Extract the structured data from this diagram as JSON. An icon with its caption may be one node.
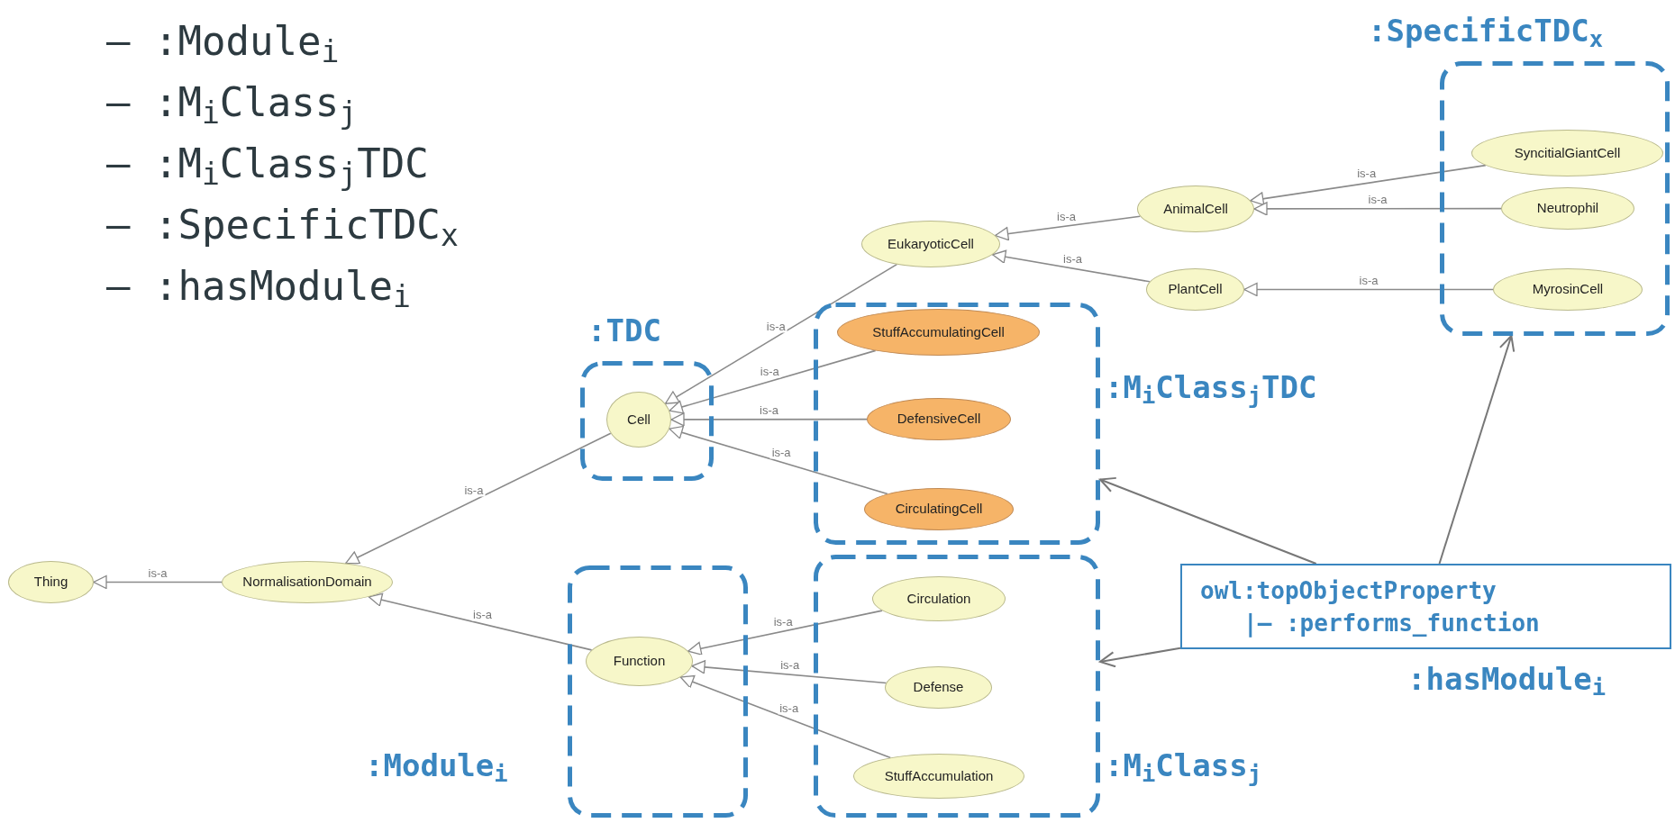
{
  "diagram": {
    "nodes": [
      {
        "text": [
          ":SpecificTDC$_{x}$"
        ]
      },
      {
        "text": [
          "SyncitialGiantCell"
        ],
        "in": 0
      },
      {
        "text": [
          "Neutrophil"
        ],
        "in": 0
      },
      {
        "text": [
          "MyrosinCell"
        ],
        "in": 0
      },
      {
        "text": [
          "EukaryoticCell"
        ]
      },
      {
        "text": [
          "AnimalCell"
        ]
      },
      {
        "text": [
          "PlantCell"
        ]
      },
      {
        "text": [
          ":TDC"
        ]
      },
      {
        "text": [
          "Cell"
        ],
        "in": 7
      },
      {
        "text": [
          ":M$_{i}$Class$_{j}$TDC"
        ]
      },
      {
        "text": [
          "StuffAccumulatingCell"
        ],
        "in": 9
      },
      {
        "text": [
          "DefensiveCell"
        ],
        "in": 9
      },
      {
        "text": [
          "CirculatingCell"
        ],
        "in": 9
      },
      {
        "text": [
          "Thing"
        ]
      },
      {
        "text": [
          "NormalisationDomain"
        ]
      },
      {
        "text": [
          "owl:topObjectProperty",
          "|— :performs_function"
        ],
        "beside": [
          ":hasModule$_{i}$"
        ]
      },
      {
        "text": [
          ":Module$_{i}$"
        ]
      },
      {
        "text": [
          "Function"
        ],
        "in": 16
      },
      {
        "text": [
          ":M$_{i}$Class$_{j}$"
        ]
      },
      {
        "text": [
          "Circulation"
        ],
        "in": 18
      },
      {
        "text": [
          "Defense"
        ],
        "in": 18
      },
      {
        "text": [
          "StuffAccumulation"
        ],
        "in": 18
      }
    ],
    "edges": [
      {
        "from": 14,
        "to": 13,
        "arrow": "to",
        "label": "is-a"
      },
      {
        "from": 8,
        "to": 14,
        "arrow": "to",
        "label": "is-a"
      },
      {
        "from": 17,
        "to": 14,
        "arrow": "to",
        "label": "is-a"
      },
      {
        "from": 4,
        "to": 8,
        "arrow": "to",
        "label": "is-a"
      },
      {
        "from": 10,
        "to": 8,
        "arrow": "to",
        "label": "is-a"
      },
      {
        "from": 11,
        "to": 8,
        "arrow": "to",
        "label": "is-a"
      },
      {
        "from": 12,
        "to": 8,
        "arrow": "to",
        "label": "is-a"
      },
      {
        "from": 5,
        "to": 4,
        "arrow": "to",
        "label": "is-a"
      },
      {
        "from": 6,
        "to": 4,
        "arrow": "to",
        "label": "is-a"
      },
      {
        "from": 1,
        "to": 5,
        "arrow": "to",
        "label": "is-a"
      },
      {
        "from": 2,
        "to": 5,
        "arrow": "to",
        "label": "is-a"
      },
      {
        "from": 3,
        "to": 6,
        "arrow": "to",
        "label": "is-a"
      },
      {
        "from": 19,
        "to": 17,
        "arrow": "to",
        "label": "is-a"
      },
      {
        "from": 20,
        "to": 17,
        "arrow": "to",
        "label": "is-a"
      },
      {
        "from": 21,
        "to": 17,
        "arrow": "to",
        "label": "is-a"
      },
      {
        "from": 15,
        "to": 0,
        "arrow": "to"
      },
      {
        "from": 15,
        "to": 9,
        "arrow": "to"
      },
      {
        "from": 15,
        "to": 18,
        "arrow": "to"
      }
    ],
    "labels": [
      "– :Module$_{i}$",
      "– :M$_{i}$Class$_{j}$",
      "– :M$_{i}$Class$_{j}$TDC",
      "– :SpecificTDC$_{x}$",
      "– :hasModule$_{i}$"
    ]
  }
}
